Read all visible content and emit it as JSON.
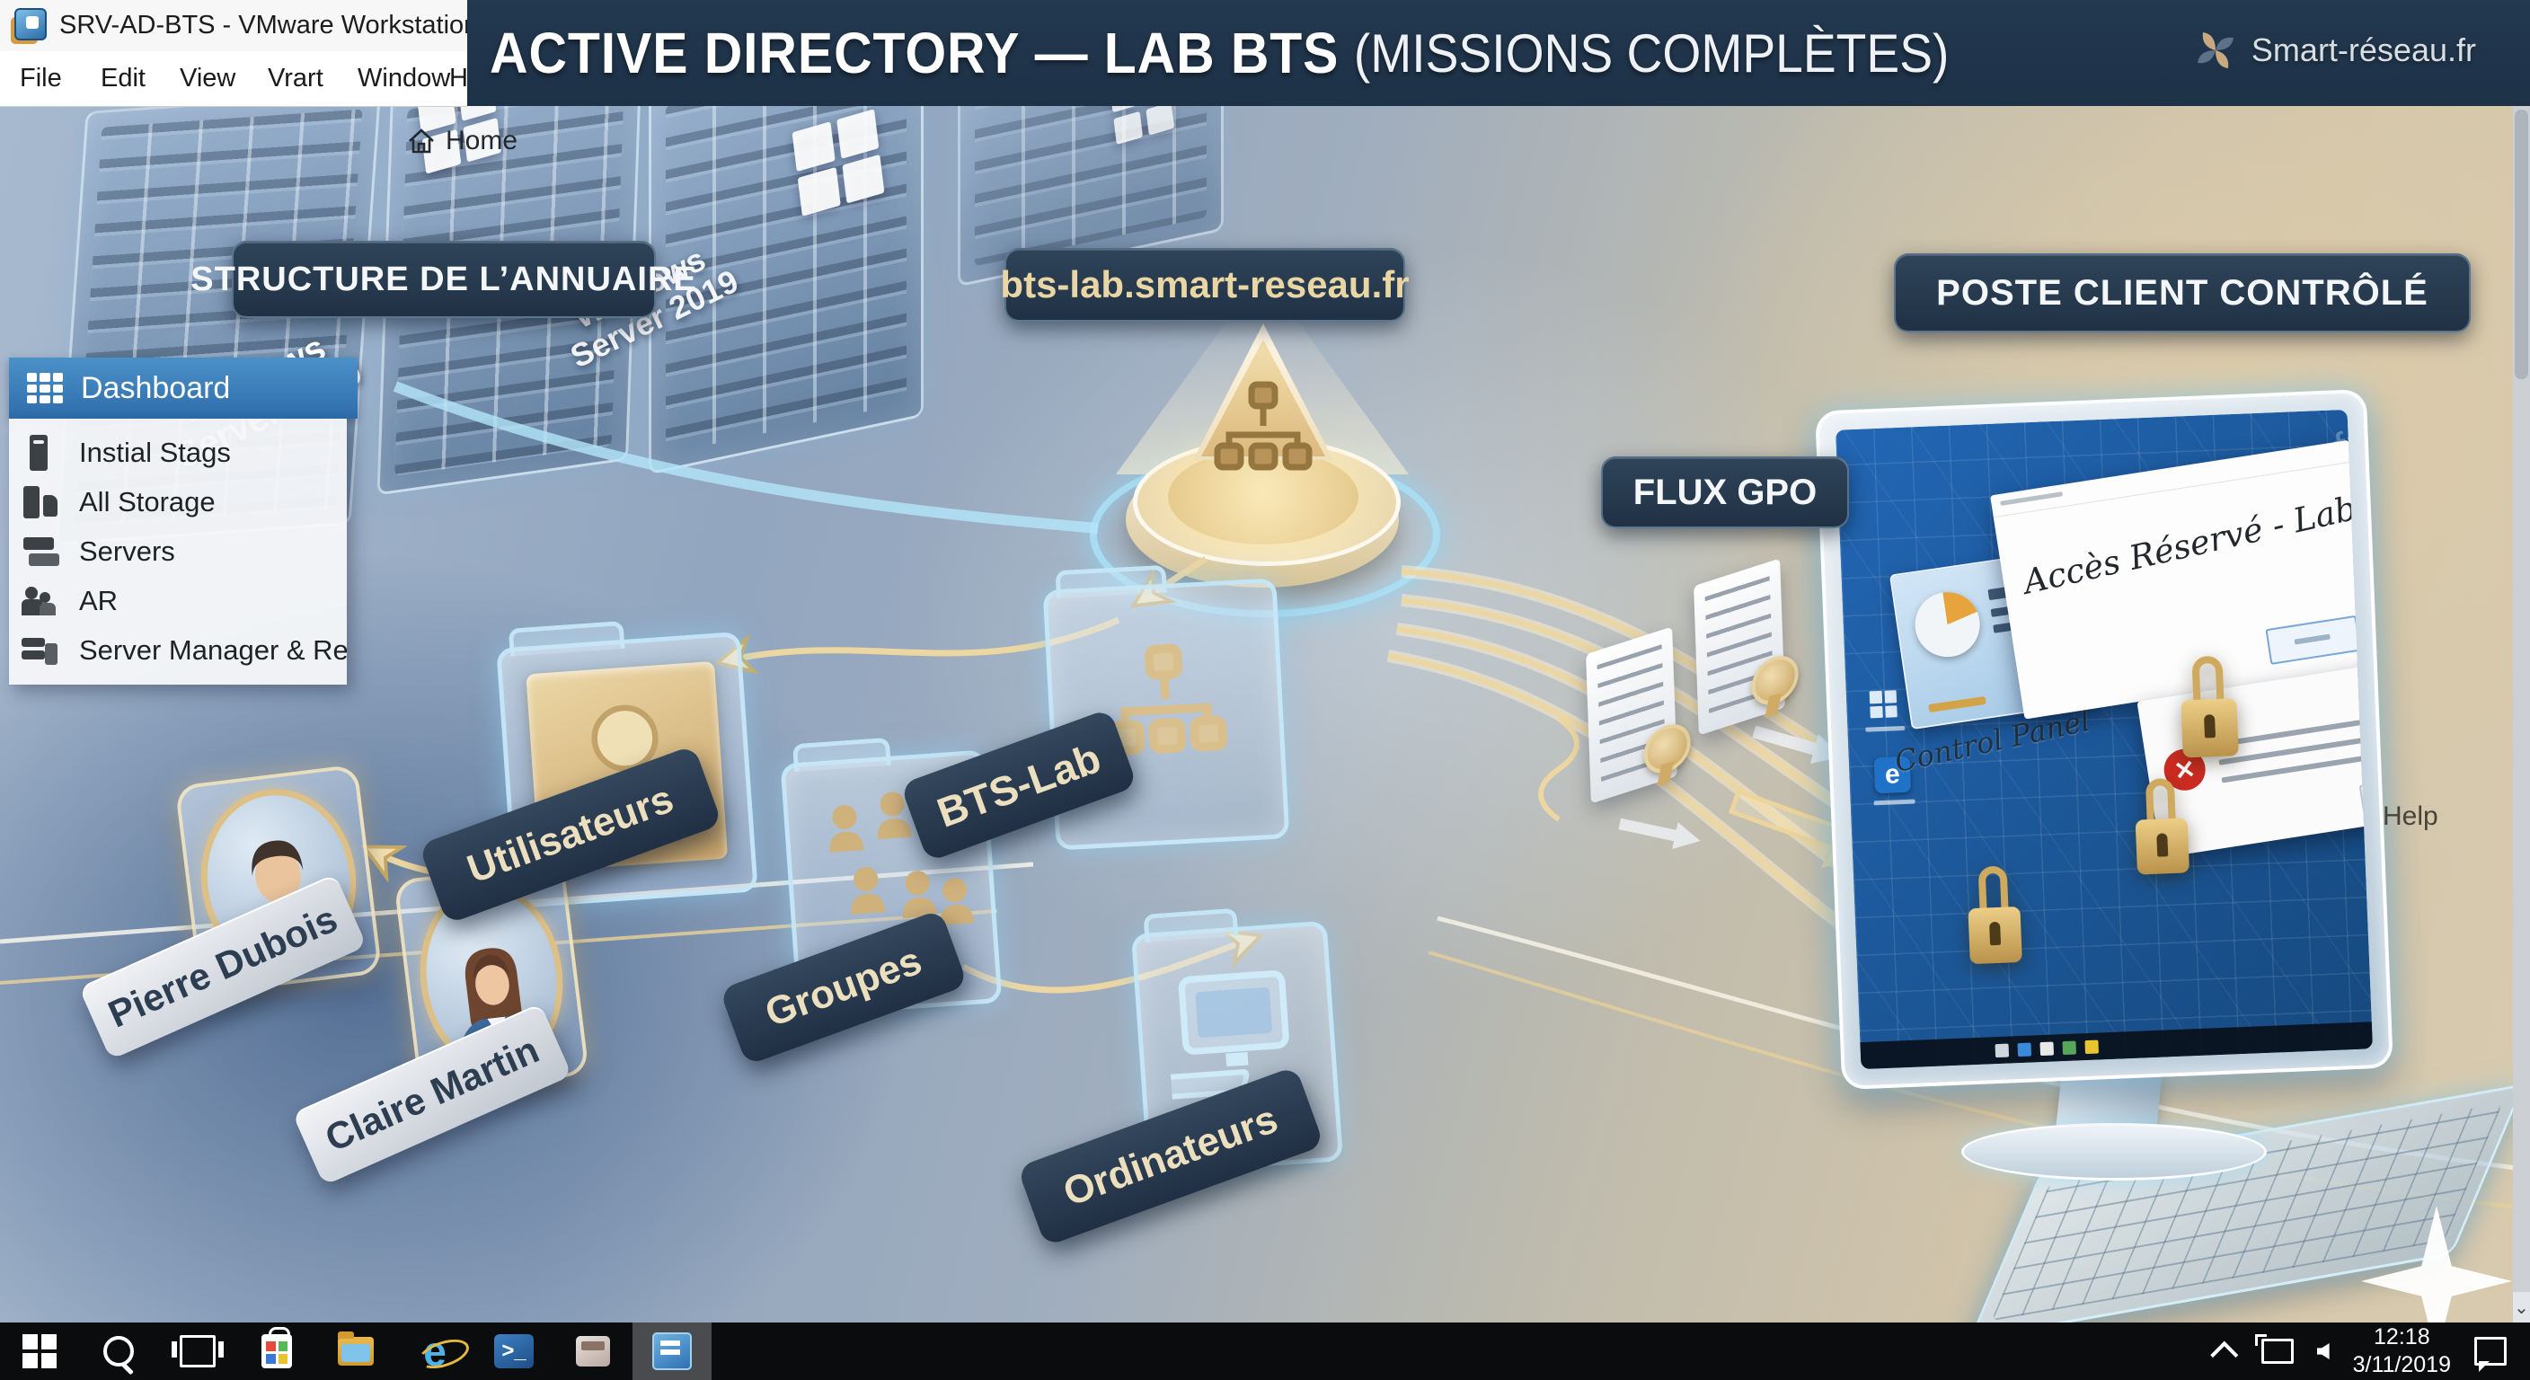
{
  "window": {
    "title": "SRV-AD-BTS - VMware Workstation",
    "menu": [
      "File",
      "Edit",
      "View",
      "Vrart",
      "Window",
      "Help"
    ]
  },
  "header": {
    "title_strong": "ACTIVE DIRECTORY — LAB BTS",
    "title_paren": "(MISSIONS COMPLÈTES)",
    "brand": "Smart-réseau.fr"
  },
  "breadcrumb": {
    "home": "Home"
  },
  "sidebar": {
    "items": [
      {
        "label": "Dashboard",
        "icon": "dashboard-grid-icon",
        "active": true
      },
      {
        "label": "Instial Stags",
        "icon": "server-tower-icon",
        "active": false
      },
      {
        "label": "All Storage",
        "icon": "storage-icon",
        "active": false
      },
      {
        "label": "Servers",
        "icon": "servers-stack-icon",
        "active": false
      },
      {
        "label": "AR",
        "icon": "users-icon",
        "active": false
      },
      {
        "label": "Server Manager & Resutı",
        "icon": "server-manager-icon",
        "active": false
      }
    ]
  },
  "diagram": {
    "structure_label": "STRUCTURE DE L’ANNUAIRE",
    "domain_label": "bts-lab.smart-reseau.fr",
    "client_label": "POSTE CLIENT CONTRÔLÉ",
    "gpo_label": "FLUX GPO",
    "rack_os_line1": "Windows",
    "rack_os_line2": "Server 2019",
    "ou_root": "BTS-Lab",
    "ou_users": "Utilisateurs",
    "ou_groups": "Groupes",
    "ou_computers": "Ordinateurs",
    "user1": "Pierre Dubois",
    "user2": "Claire Martin",
    "help_label": "Help",
    "monitor": {
      "watermark": "Smart-réseau.fr",
      "dialog_title": "Accès Réservé - Lab BTS",
      "control_panel": "Control Panel"
    }
  },
  "taskbar": {
    "time": "12:18",
    "date": "3/11/2019"
  },
  "colors": {
    "header_navy": "#20364c",
    "pill_dark": "#263a4f",
    "accent_gold": "#d9bb82",
    "screen_blue": "#1c5aa6",
    "glass_cyan": "#aadff5",
    "label_silver": "#d9dde3"
  }
}
